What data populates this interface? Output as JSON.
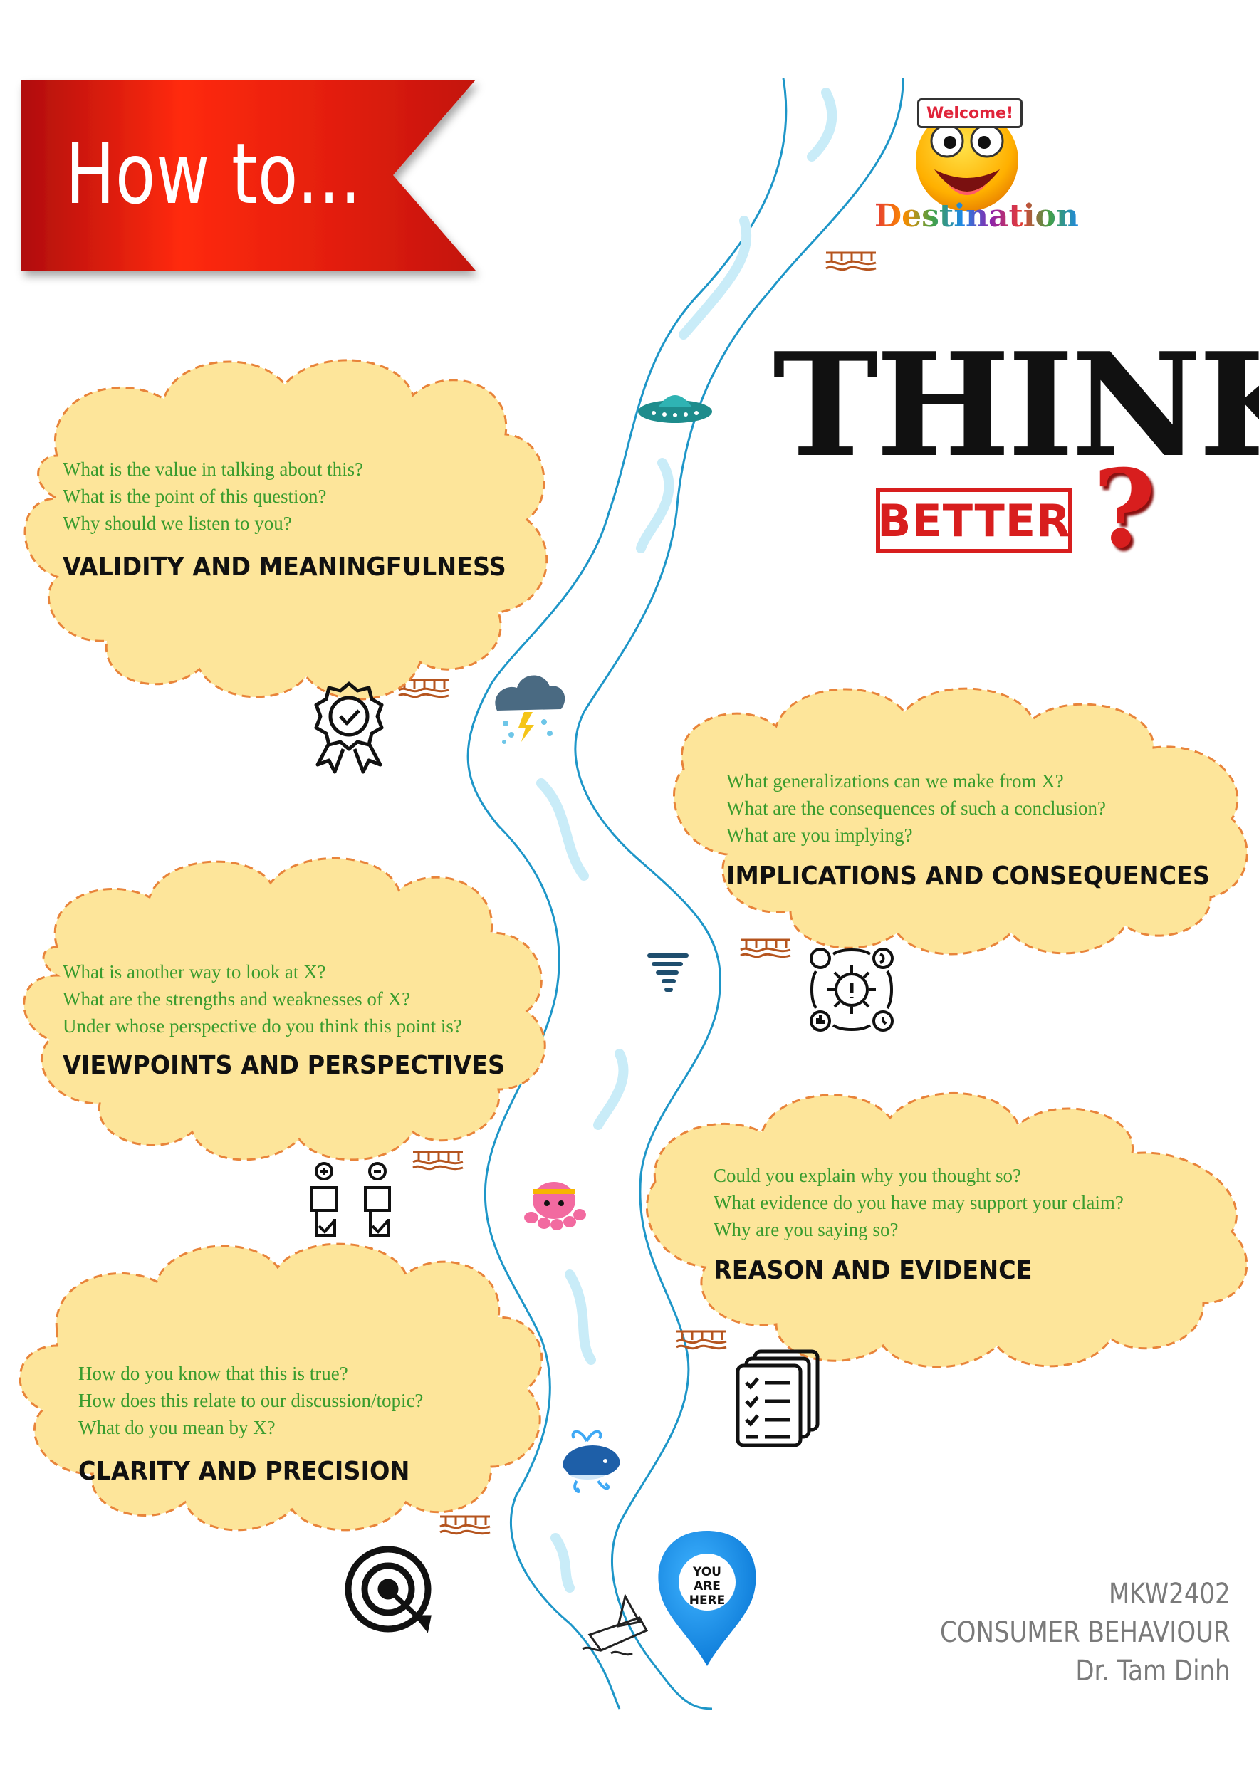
{
  "banner": {
    "title": "How to..."
  },
  "heading": {
    "think": "THINK",
    "better": "BETTER",
    "question_mark": "?"
  },
  "destination": {
    "sign": "Welcome!",
    "label": "Destination"
  },
  "clouds": [
    {
      "id": "validity",
      "heading": "VALIDITY AND MEANINGFULNESS",
      "questions": [
        "What is the value in talking about this?",
        "What is the point of this question?",
        "Why should we listen to you?"
      ],
      "icon": "award-badge-check-icon"
    },
    {
      "id": "implications",
      "heading": "IMPLICATIONS AND CONSEQUENCES",
      "questions": [
        "What generalizations can we make from X?",
        "What are the consequences of such a conclusion?",
        "What are you implying?"
      ],
      "icon": "gear-process-icon"
    },
    {
      "id": "viewpoints",
      "heading": "VIEWPOINTS AND PERSPECTIVES",
      "questions": [
        "What is another way to look at X?",
        "What are the strengths and weaknesses of X?",
        "Under whose perspective do you think this point is?"
      ],
      "icon": "pros-cons-icon"
    },
    {
      "id": "reason",
      "heading": "REASON AND EVIDENCE",
      "questions": [
        "Could you explain why you thought so?",
        "What evidence do you have may support your claim?",
        "Why are you saying so?"
      ],
      "icon": "checklist-documents-icon"
    },
    {
      "id": "clarity",
      "heading": "CLARITY AND PRECISION",
      "questions": [
        "How do you know that this is true?",
        "How does this relate to our discussion/topic?",
        "What do you mean by X?"
      ],
      "icon": "target-bullseye-icon"
    }
  ],
  "start": {
    "pin": [
      "YOU",
      "ARE",
      "HERE"
    ]
  },
  "footer": {
    "course_code": "MKW2402",
    "course_name": "CONSUMER BEHAVIOUR",
    "author": "Dr. Tam Dinh"
  },
  "colors": {
    "banner_red": "#e8200c",
    "cloud_fill": "#fde59a",
    "cloud_stroke": "#e8843a",
    "question_green": "#3a9c2e",
    "river": "#1e96c8",
    "accent_red": "#d81e1e",
    "bridge": "#b5541e",
    "footer_gray": "#7a7a7a"
  }
}
